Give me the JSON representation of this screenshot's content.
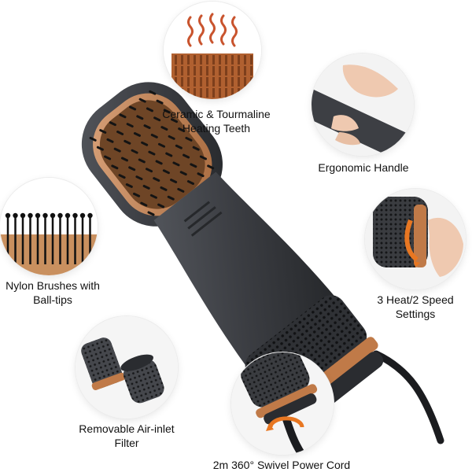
{
  "features": {
    "ceramic": {
      "line1": "Ceramic & Tourmaline",
      "line2": "Heating Teeth"
    },
    "handle": {
      "line1": "Ergonomic Handle"
    },
    "nylon": {
      "line1": "Nylon Brushes with",
      "line2": "Ball-tips"
    },
    "settings": {
      "line1": "3 Heat/2 Speed",
      "line2": "Settings"
    },
    "filter": {
      "line1": "Removable Air-inlet",
      "line2": "Filter"
    },
    "cord": {
      "line1": "2m 360° Swivel Power Cord"
    }
  },
  "colors": {
    "body": "#3d3f44",
    "body_dark": "#2a2c30",
    "copper": "#c07a48",
    "copper_light": "#e2a87a",
    "skin": "#efc9b0"
  }
}
